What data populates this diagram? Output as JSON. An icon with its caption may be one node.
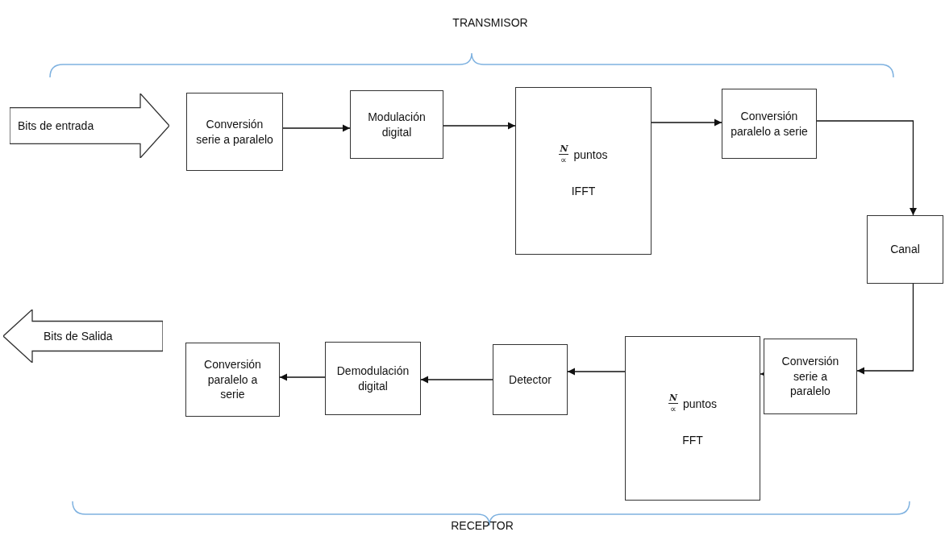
{
  "diagram": {
    "nodes": [
      {
        "text": [
          "Bits de entrada"
        ]
      },
      {
        "text": [
          "Conversión serie a paralelo"
        ]
      },
      {
        "text": [
          "Modulación digital"
        ]
      },
      {
        "text": [
          "N",
          "∝",
          "puntos",
          "IFFT"
        ]
      },
      {
        "text": [
          "Conversión paralelo a serie"
        ]
      },
      {
        "text": [
          "Canal"
        ]
      },
      {
        "text": [
          "Conversión serie a paralelo"
        ]
      },
      {
        "text": [
          "N",
          "∝",
          "puntos",
          "FFT"
        ]
      },
      {
        "text": [
          "Detector"
        ]
      },
      {
        "text": [
          "Demodulación digital"
        ]
      },
      {
        "text": [
          "Conversión paralelo a serie"
        ]
      },
      {
        "text": [
          "Bits de Salida"
        ]
      }
    ],
    "edges": [
      {
        "from": 1,
        "to": 2,
        "arrow": "to"
      },
      {
        "from": 2,
        "to": 3,
        "arrow": "to"
      },
      {
        "from": 3,
        "to": 4,
        "arrow": "to"
      },
      {
        "from": 4,
        "to": 5,
        "arrow": "to"
      },
      {
        "from": 5,
        "to": 6,
        "arrow": "to"
      },
      {
        "from": 6,
        "to": 7,
        "arrow": "to"
      },
      {
        "from": 7,
        "to": 8,
        "arrow": "to"
      },
      {
        "from": 8,
        "to": 9,
        "arrow": "to"
      },
      {
        "from": 9,
        "to": 10,
        "arrow": "to"
      }
    ],
    "labels": [
      "TRANSMISOR",
      "RECEPTOR"
    ]
  }
}
